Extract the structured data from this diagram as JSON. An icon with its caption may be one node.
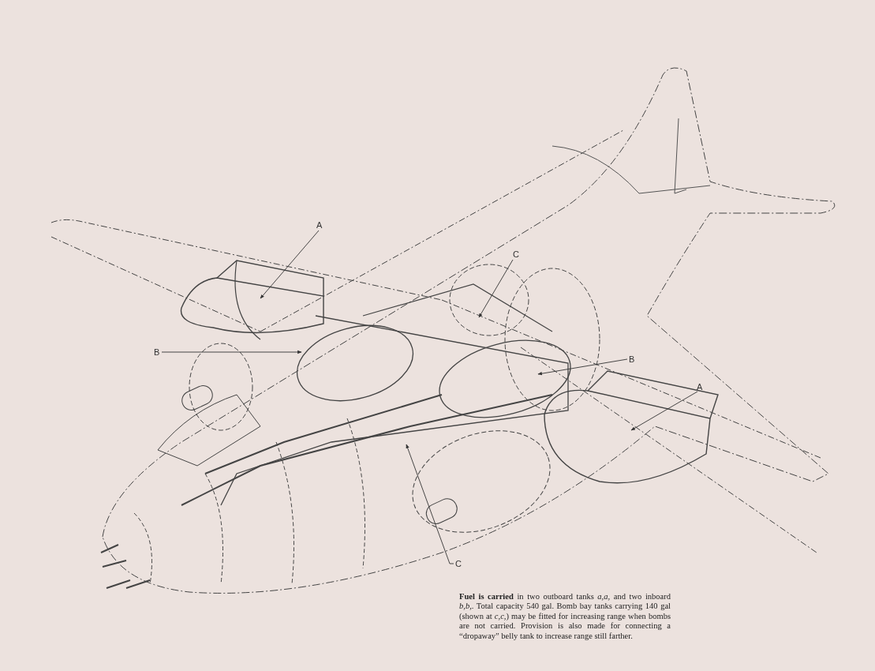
{
  "diagram": {
    "caption": "**Fuel is carried** in two outboard tanks *a,a,* and two inboard *b,b,*. Total capacity 540 gal. Bomb bay tanks carrying 140 gal (shown at *c,c,*) may be fitted for increasing range when bombs are not carried. Provision is also made for connecting a “dropaway” belly tank to increase range still farther.",
    "nodes": [
      {
        "text": [
          "A"
        ]
      },
      {
        "text": [
          "B"
        ]
      },
      {
        "text": [
          "C"
        ]
      },
      {
        "text": [
          "B"
        ]
      },
      {
        "text": [
          "A"
        ]
      },
      {
        "text": [
          "C"
        ]
      }
    ],
    "edges": [
      {
        "from": 0,
        "to": null,
        "arrow": "to"
      },
      {
        "from": 1,
        "to": null,
        "arrow": "to"
      },
      {
        "from": 2,
        "to": null,
        "arrow": "to"
      },
      {
        "from": 3,
        "to": null,
        "arrow": "to"
      },
      {
        "from": 4,
        "to": null,
        "arrow": "to"
      },
      {
        "from": 5,
        "to": null,
        "arrow": "to"
      }
    ]
  }
}
